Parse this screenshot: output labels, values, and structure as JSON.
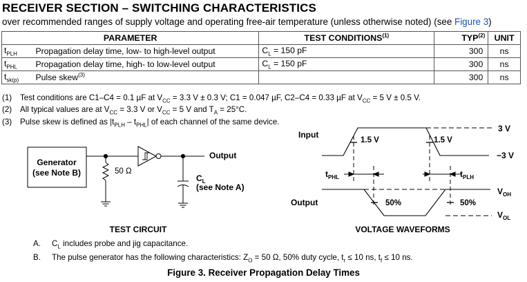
{
  "section": {
    "title": "RECEIVER SECTION – SWITCHING CHARACTERISTICS",
    "subtitle": "over recommended ranges of supply voltage and operating free-air temperature (unless otherwise noted) (see ",
    "subtitle_link": "Figure 3",
    "subtitle_end": ")"
  },
  "table": {
    "headers": {
      "parameter": "PARAMETER",
      "test_conditions": "TEST CONDITIONS",
      "test_conditions_sup": "(1)",
      "typ": "TYP",
      "typ_sup": "(2)",
      "unit": "UNIT"
    },
    "rows": [
      {
        "sym": "t",
        "sym_sub": "PLH",
        "desc": "Propagation delay time, low- to high-level output",
        "cond": "C",
        "cond_sub": "L",
        "cond_tail": " = 150 pF",
        "typ": "300",
        "unit": "ns"
      },
      {
        "sym": "t",
        "sym_sub": "PHL",
        "desc": "Propagation delay time, high- to low-level output",
        "cond": "C",
        "cond_sub": "L",
        "cond_tail": " = 150 pF",
        "typ": "300",
        "unit": "ns"
      },
      {
        "sym": "t",
        "sym_sub": "sk(p)",
        "desc": "Pulse skew",
        "desc_sup": "(3)",
        "cond": "",
        "cond_sub": "",
        "cond_tail": "",
        "typ": "300",
        "unit": "ns"
      }
    ]
  },
  "notes": [
    {
      "num": "(1)",
      "text": "Test conditions are C1–C4 = 0.1 µF at V",
      "s1": "CC",
      "t2": " = 3.3 V ± 0.3 V; C1 = 0.047 µF, C2–C4 = 0.33 µF at V",
      "s2": "CC",
      "t3": " = 5 V ± 0.5 V."
    },
    {
      "num": "(2)",
      "text": "All typical values are at V",
      "s1": "CC",
      "t2": " = 3.3 V or V",
      "s2": "CC",
      "t3": " = 5 V and T",
      "s3": "A",
      "t4": " = 25°C."
    },
    {
      "num": "(3)",
      "text": "Pulse skew is defined as |t",
      "s1": "PLH",
      "t2": " – t",
      "s2": "PHL",
      "t3": "| of each channel of the same device."
    }
  ],
  "circuit": {
    "generator_line1": "Generator",
    "generator_line2": "(see Note B)",
    "resistor": "50 Ω",
    "output": "Output",
    "cap": "C",
    "cap_sub": "L",
    "cap_note": "(see Note A)",
    "label": "TEST CIRCUIT"
  },
  "waveforms": {
    "input": "Input",
    "output": "Output",
    "in_level_1": "1.5 V",
    "in_level_2": "1.5 V",
    "v_high": "3 V",
    "v_low": "−3 V",
    "tphl": "t",
    "tphl_sub": "PHL",
    "tplh": "t",
    "tplh_sub": "PLH",
    "out_pct_1": "50%",
    "out_pct_2": "50%",
    "voh": "V",
    "voh_sub": "OH",
    "vol": "V",
    "vol_sub": "OL",
    "label": "VOLTAGE WAVEFORMS"
  },
  "footnotes": [
    {
      "mark": "A.",
      "text": "C",
      "s1": "L",
      "t2": " includes probe and jig capacitance."
    },
    {
      "mark": "B.",
      "text": "The pulse generator has the following characteristics: Z",
      "s1": "O",
      "t2": " = 50 Ω, 50% duty cycle, t",
      "s2": "r",
      "t3": " ≤ 10 ns, t",
      "s3": "f",
      "t4": " ≤ 10 ns."
    }
  ],
  "caption": "Figure 3. Receiver Propagation Delay Times"
}
